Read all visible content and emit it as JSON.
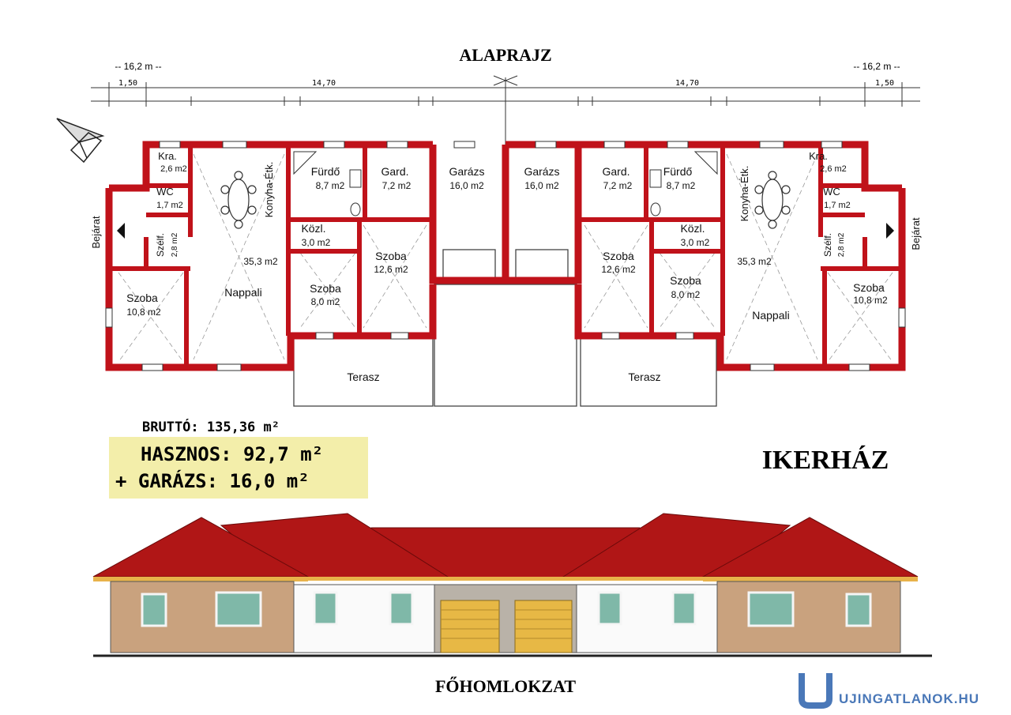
{
  "titles": {
    "floorplan": "ALAPRAJZ",
    "house_type": "IKERHÁZ",
    "elevation": "FŐHOMLOKZAT"
  },
  "dimensions": {
    "left_total": "-- 16,2 m --",
    "right_total": "-- 16,2 m --",
    "top_left_a": "1,50",
    "top_left_b": "14,70",
    "top_right_a": "14,70",
    "top_right_b": "1,50"
  },
  "areas": {
    "brutto": "BRUTTÓ: 135,36 m²",
    "hasznos": "HASZNOS: 92,7 m²",
    "garazs": "+ GARÁZS: 16,0 m²"
  },
  "left_unit": {
    "kamra": {
      "name": "Kra.",
      "area": "2,6 m2"
    },
    "wc": {
      "name": "WC",
      "area": "1,7 m2"
    },
    "konyha": {
      "name": "Konyha-Étk."
    },
    "nappali": {
      "name": "Nappali",
      "area": "35,3 m2"
    },
    "furdo": {
      "name": "Fürdő",
      "area": "8,7 m2"
    },
    "gard": {
      "name": "Gard.",
      "area": "7,2 m2"
    },
    "garazs": {
      "name": "Garázs",
      "area": "16,0 m2"
    },
    "kozl": {
      "name": "Közl.",
      "area": "3,0 m2"
    },
    "szelf": {
      "name": "Szélf.",
      "area": "2,8 m2"
    },
    "szoba_a": {
      "name": "Szoba",
      "area": "10,8 m2"
    },
    "szoba_b": {
      "name": "Szoba",
      "area": "8,0 m2"
    },
    "szoba_c": {
      "name": "Szoba",
      "area": "12,6 m2"
    },
    "terasz": {
      "name": "Terasz"
    },
    "bejarat": "Bejárat"
  },
  "right_unit": {
    "kamra": {
      "name": "Kra.",
      "area": "2,6 m2"
    },
    "wc": {
      "name": "WC",
      "area": "1,7 m2"
    },
    "konyha": {
      "name": "Konyha-Étk."
    },
    "nappali": {
      "name": "Nappali",
      "area": "35,3 m2"
    },
    "furdo": {
      "name": "Fürdő",
      "area": "8,7 m2"
    },
    "gard": {
      "name": "Gard.",
      "area": "7,2 m2"
    },
    "garazs": {
      "name": "Garázs",
      "area": "16,0 m2"
    },
    "kozl": {
      "name": "Közl.",
      "area": "3,0 m2"
    },
    "szelf": {
      "name": "Szélf.",
      "area": "2,8 m2"
    },
    "szoba_a": {
      "name": "Szoba",
      "area": "10,8 m2"
    },
    "szoba_b": {
      "name": "Szoba",
      "area": "8,0 m2"
    },
    "szoba_c": {
      "name": "Szoba",
      "area": "12,6 m2"
    },
    "terasz": {
      "name": "Terasz"
    },
    "bejarat": "Bejárat"
  },
  "watermark": "UJINGATLANOK.HU",
  "colors": {
    "wall": "#c0121a",
    "roof": "#b01616",
    "brick": "#c9a27e",
    "garage_door": "#e7b845",
    "highlight": "#f3eeaa",
    "watermark": "#4a78b8"
  }
}
